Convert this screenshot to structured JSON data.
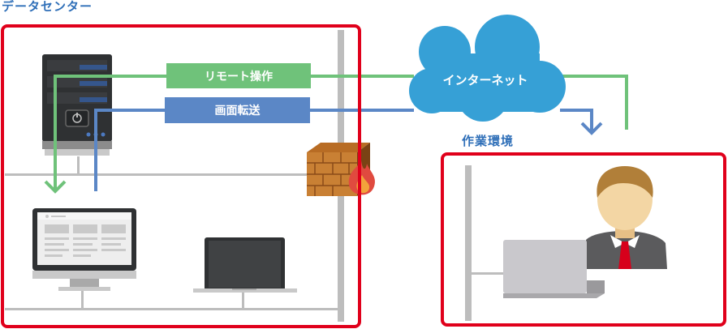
{
  "datacenter": {
    "title": "データセンター"
  },
  "workspace": {
    "title": "作業環境"
  },
  "links": {
    "remote_label": "リモート操作",
    "transfer_label": "画面転送"
  },
  "internet": {
    "label": "インターネット"
  },
  "colors": {
    "frame_red": "#e0001b",
    "title_blue": "#2f6fb8",
    "remote_green": "#6fc27a",
    "transfer_blue": "#5b87c6",
    "cloud_blue": "#36a0d6",
    "network_gray": "#bdbdbd"
  },
  "icons": [
    "server-icon",
    "desktop-monitor-icon",
    "laptop-icon",
    "firewall-icon",
    "cloud-icon",
    "user-icon",
    "remote-laptop-icon"
  ]
}
